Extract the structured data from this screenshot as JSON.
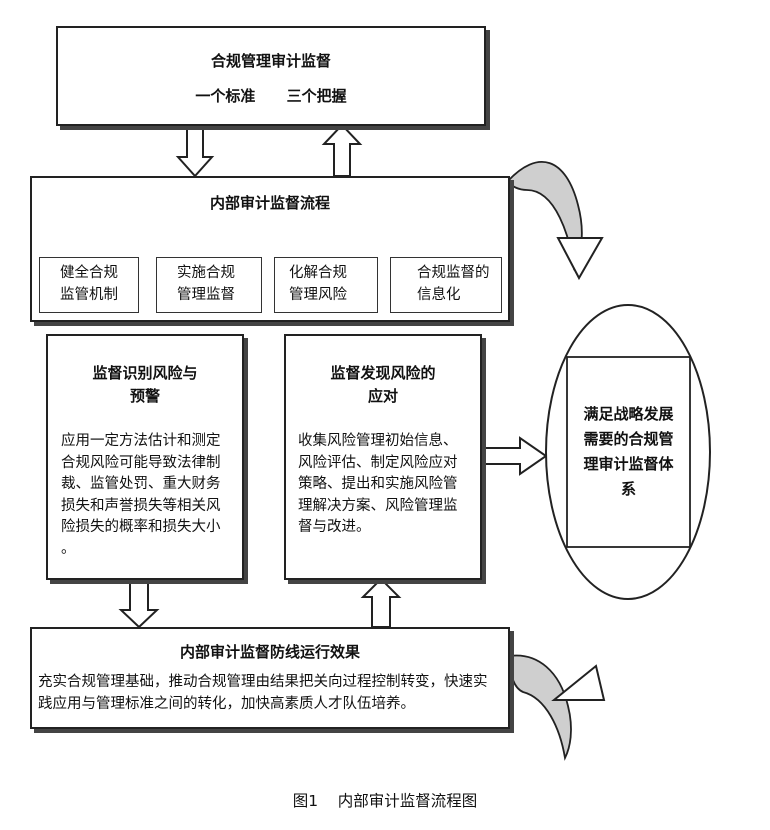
{
  "top_box": {
    "title": "合规管理审计监督",
    "subtitle": "一个标准      三个把握"
  },
  "process_box": {
    "title": "内部审计监督流程",
    "items": [
      {
        "label": "健全合规\n监管机制"
      },
      {
        "label": "实施合规\n管理监督"
      },
      {
        "label": "化解合规\n管理风险"
      },
      {
        "label": "合规监督的\n信息化"
      }
    ]
  },
  "left_box": {
    "title": "监督识别风险与\n预警",
    "body": "应用一定方法估计和测定\n合规风险可能导致法律制\n裁、监管处罚、重大财务\n损失和声誉损失等相关风\n险损失的概率和损失大小\n。"
  },
  "mid_box": {
    "title": "监督发现风险的\n应对",
    "body": "收集风险管理初始信息、\n风险评估、制定风险应对\n策略、提出和实施风险管\n理解决方案、风险管理监\n督与改进。"
  },
  "goal_box": {
    "text": "满足战略发展\n需要的合规管\n理审计监督体\n系"
  },
  "bottom_box": {
    "title": "内部审计监督防线运行效果",
    "body": "充实合规管理基础，推动合规管理由结果把关向过程控制转变，快速实\n践应用与管理标准之间的转化，加快高素质人才队伍培养。"
  },
  "caption": "图1    内部审计监督流程图"
}
